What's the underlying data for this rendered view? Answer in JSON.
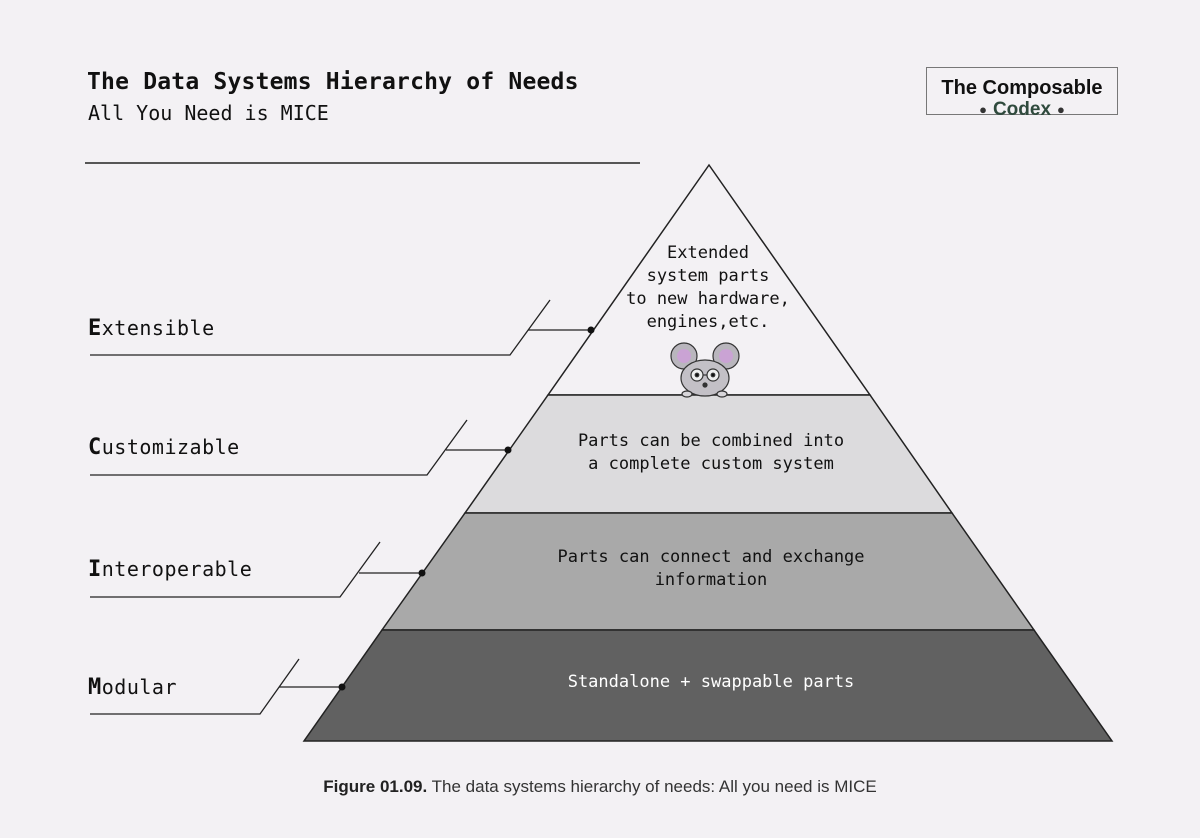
{
  "header": {
    "title": "The Data Systems Hierarchy of Needs",
    "subtitle": "All You Need is MICE"
  },
  "brand": {
    "top": "The Composable",
    "bottom": "Codex"
  },
  "levels": [
    {
      "initial": "E",
      "rest": "xtensible",
      "description": "Extended\nsystem parts\nto new hardware,\nengines,etc."
    },
    {
      "initial": "C",
      "rest": "ustomizable",
      "description": "Parts can be combined into\na complete custom system"
    },
    {
      "initial": "I",
      "rest": "nteroperable",
      "description": "Parts can connect and exchange\ninformation"
    },
    {
      "initial": "M",
      "rest": "odular",
      "description": "Standalone + swappable parts"
    }
  ],
  "colors": {
    "top_tier": "#f3f1f4",
    "tier2": "#dcdbdd",
    "tier3": "#a9a9a9",
    "tier4": "#616161",
    "tier4_text": "#ffffff"
  },
  "caption": {
    "figure": "Figure 01.09.",
    "text": " The data systems hierarchy of needs: All you need is MICE"
  }
}
